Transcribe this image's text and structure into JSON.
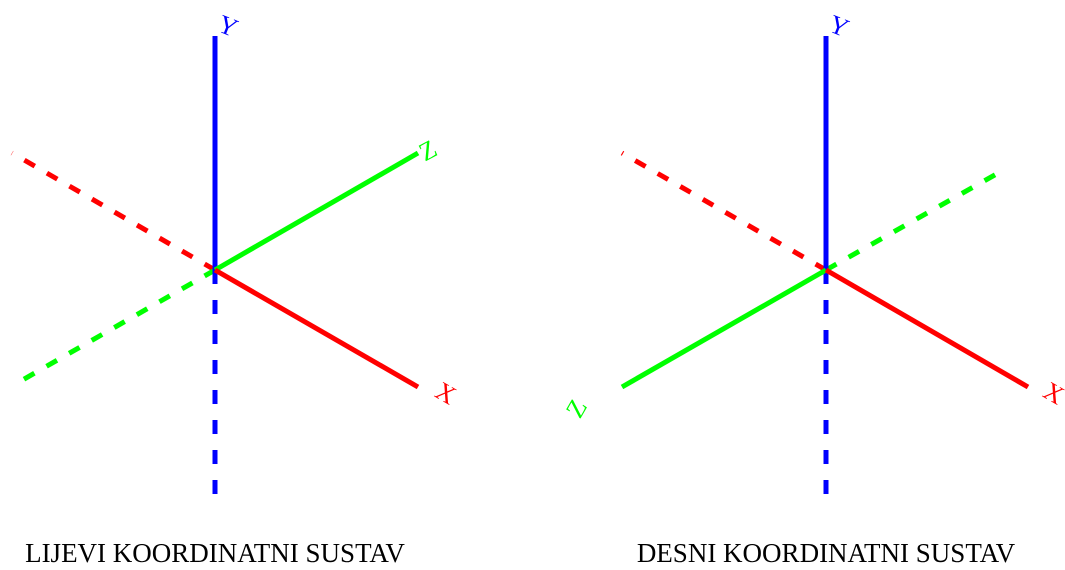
{
  "colors": {
    "x_axis": "#ff0000",
    "y_axis": "#0000ff",
    "z_axis": "#00ff00",
    "caption": "#000000",
    "background": "#ffffff"
  },
  "left_system": {
    "caption": "LIJEVI KOORDINATNI SUSTAV",
    "x_label": "X",
    "y_label": "Y",
    "z_label": "Z"
  },
  "right_system": {
    "caption": "DESNI KOORDINATNI SUSTAV",
    "x_label": "X",
    "y_label": "Y",
    "z_label": "Z"
  }
}
